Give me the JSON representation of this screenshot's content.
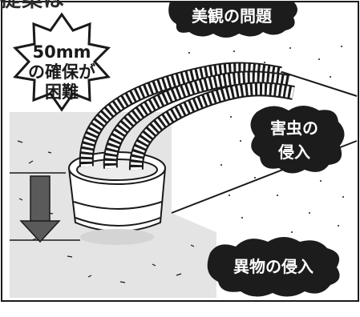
{
  "heading_partial": "提案は",
  "callout_main": {
    "lines": "50mm\nの確保が\n困難"
  },
  "callouts": {
    "top": "美観の問題",
    "pests": "害虫の\n侵入",
    "foreign": "異物の侵入"
  },
  "icons": {
    "arrow": "down-arrow-icon",
    "pipes": "corrugated-pipes-illustration",
    "drain": "drain-fitting-illustration"
  },
  "colors": {
    "ground": "#e3e3e3",
    "dark_badge": "#1c1c1c",
    "arrow": "#5a5a5a",
    "line": "#1a1a1a"
  }
}
